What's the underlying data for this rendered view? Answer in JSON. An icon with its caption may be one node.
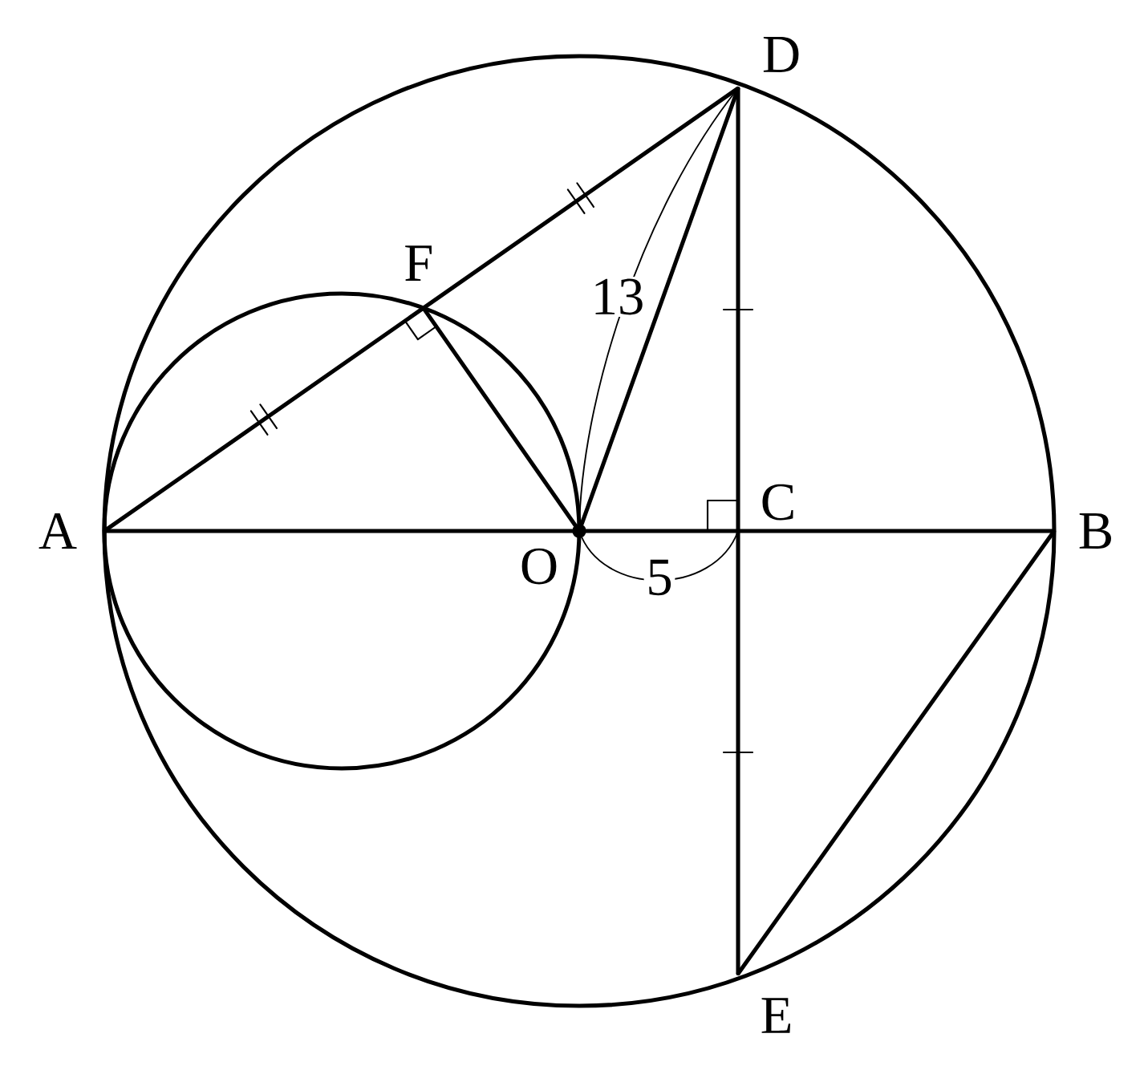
{
  "diagram": {
    "nodes": [
      {
        "text": [
          "D"
        ]
      },
      {
        "text": [
          "F"
        ]
      },
      {
        "text": [
          "A"
        ]
      },
      {
        "text": [
          "C"
        ]
      },
      {
        "text": [
          "B"
        ]
      },
      {
        "text": [
          "O"
        ]
      },
      {
        "text": [
          "E"
        ]
      }
    ],
    "edges": [
      {
        "from": 2,
        "to": 0,
        "arrow": "none"
      },
      {
        "from": 2,
        "to": 5,
        "arrow": "none"
      },
      {
        "from": 5,
        "to": 3,
        "arrow": "none"
      },
      {
        "from": 3,
        "to": 4,
        "arrow": "none"
      },
      {
        "from": 5,
        "to": 0,
        "arrow": "none"
      },
      {
        "from": 0,
        "to": 3,
        "arrow": "none"
      },
      {
        "from": 3,
        "to": 6,
        "arrow": "none"
      },
      {
        "from": 5,
        "to": 1,
        "arrow": "none"
      },
      {
        "from": 4,
        "to": 6,
        "arrow": "none"
      }
    ],
    "labels": [
      "13",
      "5"
    ]
  }
}
